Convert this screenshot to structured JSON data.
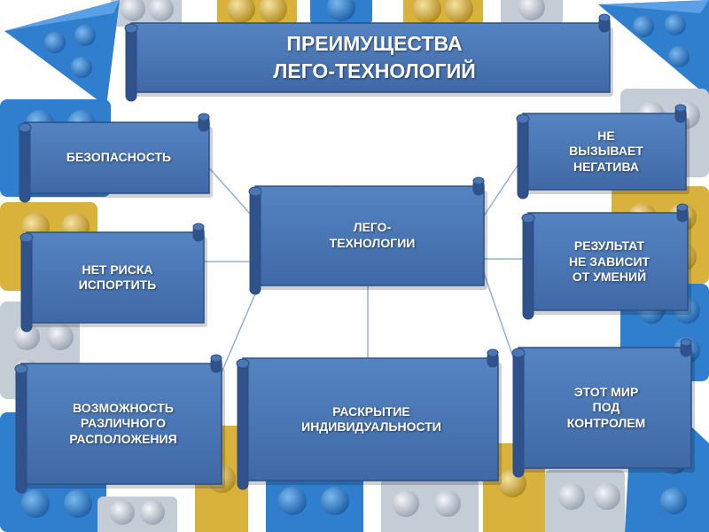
{
  "title": {
    "line1": "ПРЕИМУЩЕСТВА",
    "line2": "ЛЕГО-ТЕХНОЛОГИЙ"
  },
  "center": "ЛЕГО-\nТЕХНОЛОГИИ",
  "nodes": {
    "safety": "БЕЗОПАСНОСТЬ",
    "no_risk": "НЕТ РИСКА\nИСПОРТИТЬ",
    "arrangement": "ВОЗМОЖНОСТЬ\nРАЗЛИЧНОГО\nРАСПОЛОЖЕНИЯ",
    "individuality": "РАСКРЫТИЕ\nИНДИВИДУАЛЬНОСТИ",
    "no_negativity": "НЕ\nВЫЗЫВАЕТ\nНЕГАТИВА",
    "result": "РЕЗУЛЬТАТ\nНЕ  ЗАВИСИТ\nОТ УМЕНИЙ",
    "control": "ЭТОТ МИР\nПОД\nКОНТРОЛЕМ"
  },
  "colors": {
    "scroll_fill": "#4a76b5",
    "scroll_dark": "#2e5289",
    "scroll_border": "#2b4f85",
    "connector": "#8fb0d9",
    "brick_blue": "#2f7fce",
    "brick_blue_dark": "#1d5fa6",
    "brick_gold": "#d8b23a",
    "brick_gold_dark": "#b08a1c",
    "brick_gray": "#c4ccd6",
    "brick_gray_dark": "#98a3b1"
  }
}
